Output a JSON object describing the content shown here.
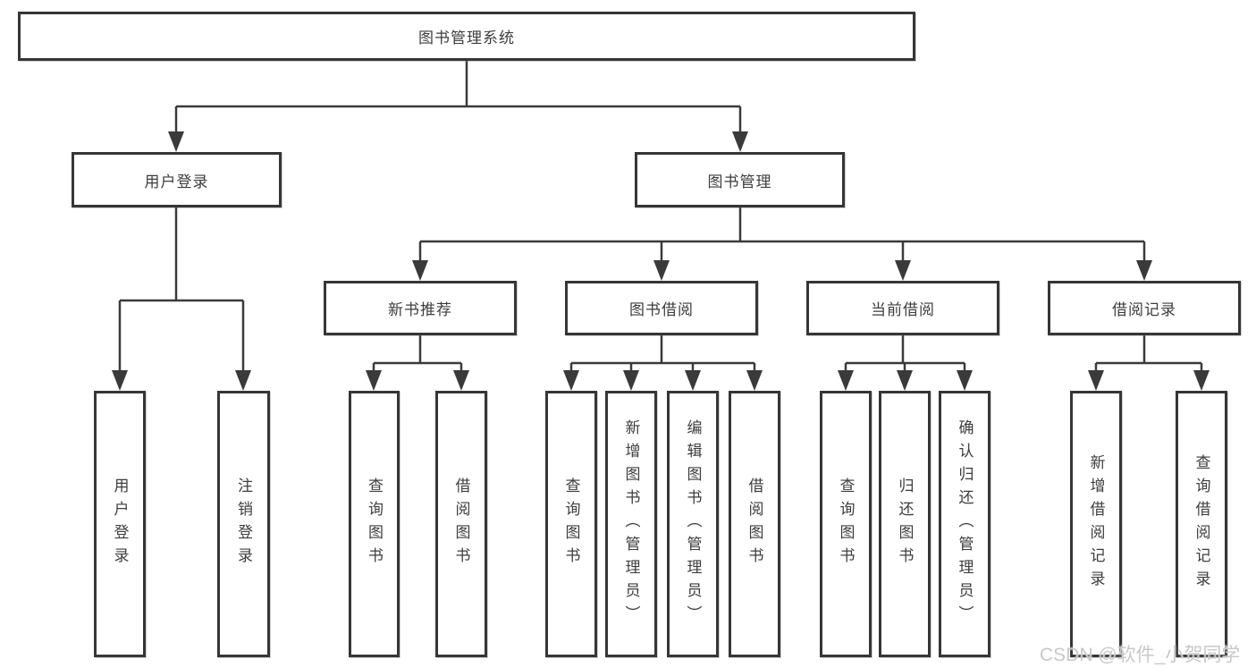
{
  "diagram": {
    "watermark": "CSDN @软件_小贺同学",
    "colors": {
      "line": "#3a3a3a",
      "box_border": "#363636",
      "text": "#3d3d3d",
      "background": "#ffffff",
      "watermark_text": "#c8c8c8"
    },
    "tree": {
      "label": "图书管理系统",
      "children": [
        {
          "label": "用户登录",
          "children": [
            {
              "label": "用户登录"
            },
            {
              "label": "注销登录"
            }
          ]
        },
        {
          "label": "图书管理",
          "children": [
            {
              "label": "新书推荐",
              "children": [
                {
                  "label": "查询图书"
                },
                {
                  "label": "借阅图书"
                }
              ]
            },
            {
              "label": "图书借阅",
              "children": [
                {
                  "label": "查询图书"
                },
                {
                  "label": "新增图书（管理员）"
                },
                {
                  "label": "编辑图书（管理员）"
                },
                {
                  "label": "借阅图书"
                }
              ]
            },
            {
              "label": "当前借阅",
              "children": [
                {
                  "label": "查询图书"
                },
                {
                  "label": "归还图书"
                },
                {
                  "label": "确认归还（管理员）"
                }
              ]
            },
            {
              "label": "借阅记录",
              "children": [
                {
                  "label": "新增借阅记录"
                },
                {
                  "label": "查询借阅记录"
                }
              ]
            }
          ]
        }
      ]
    }
  }
}
